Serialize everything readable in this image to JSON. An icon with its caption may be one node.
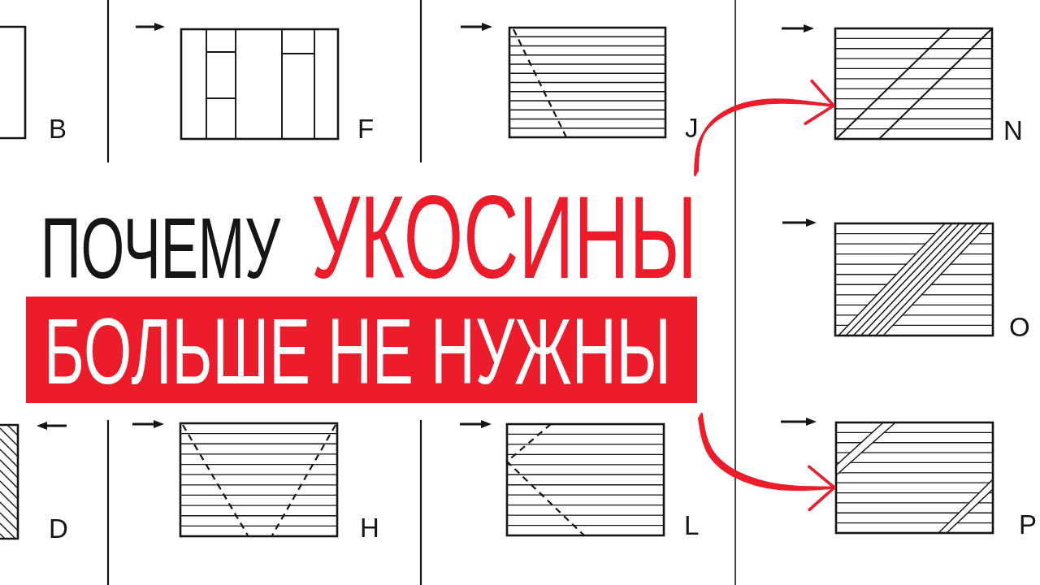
{
  "diagram": {
    "title": "ПОЧЕМУ УКОСИНЫ",
    "nodes": [
      {
        "text": [],
        "shape": "picture",
        "beside": [
          "B"
        ]
      },
      {
        "text": [],
        "shape": "picture",
        "beside": [
          "F"
        ]
      },
      {
        "text": [],
        "shape": "picture",
        "beside": [
          "J"
        ]
      },
      {
        "text": [],
        "shape": "picture",
        "beside": [
          "N"
        ]
      },
      {
        "text": [],
        "shape": "picture",
        "beside": [
          "O"
        ]
      },
      {
        "text": [
          "БОЛЬШЕ НЕ НУЖНЫ"
        ]
      },
      {
        "text": [],
        "shape": "picture",
        "beside": [
          "D"
        ]
      },
      {
        "text": [],
        "shape": "picture",
        "beside": [
          "H"
        ]
      },
      {
        "text": [],
        "shape": "picture",
        "beside": [
          "L"
        ]
      },
      {
        "text": [],
        "shape": "picture",
        "beside": [
          "P"
        ]
      }
    ],
    "edges": [
      {
        "from": null,
        "to": 3,
        "arrow": "to"
      },
      {
        "from": null,
        "to": 9,
        "arrow": "to"
      }
    ]
  }
}
